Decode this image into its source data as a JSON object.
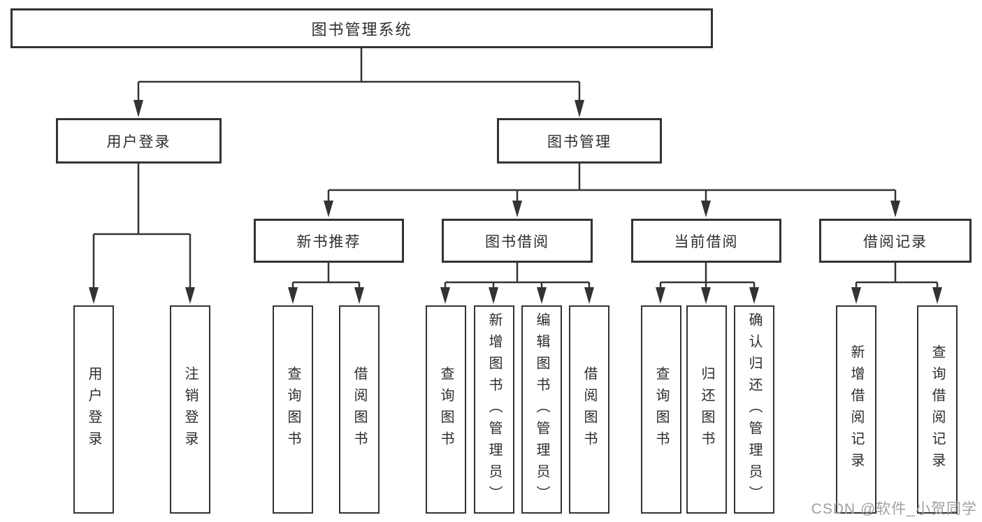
{
  "root": {
    "label": "图书管理系统"
  },
  "level2": {
    "user_login": "用户登录",
    "book_management": "图书管理"
  },
  "level3": {
    "new_book_recommend": "新书推荐",
    "book_borrow": "图书借阅",
    "current_borrow": "当前借阅",
    "borrow_records": "借阅记录"
  },
  "level4": {
    "user_login": [
      "用户登录",
      "注销登录"
    ],
    "new_book_recommend": [
      "查询图书",
      "借阅图书"
    ],
    "book_borrow": [
      "查询图书",
      "新增图书（管理员）",
      "编辑图书（管理员）",
      "借阅图书"
    ],
    "current_borrow": [
      "查询图书",
      "归还图书",
      "确认归还（管理员）"
    ],
    "borrow_records": [
      "新增借阅记录",
      "查询借阅记录"
    ]
  },
  "watermark": "CSDN @软件_小贺同学",
  "colors": {
    "line": "#333333",
    "text": "#2d2d2d",
    "background": "#ffffff",
    "watermark": "#a0a0a0"
  }
}
